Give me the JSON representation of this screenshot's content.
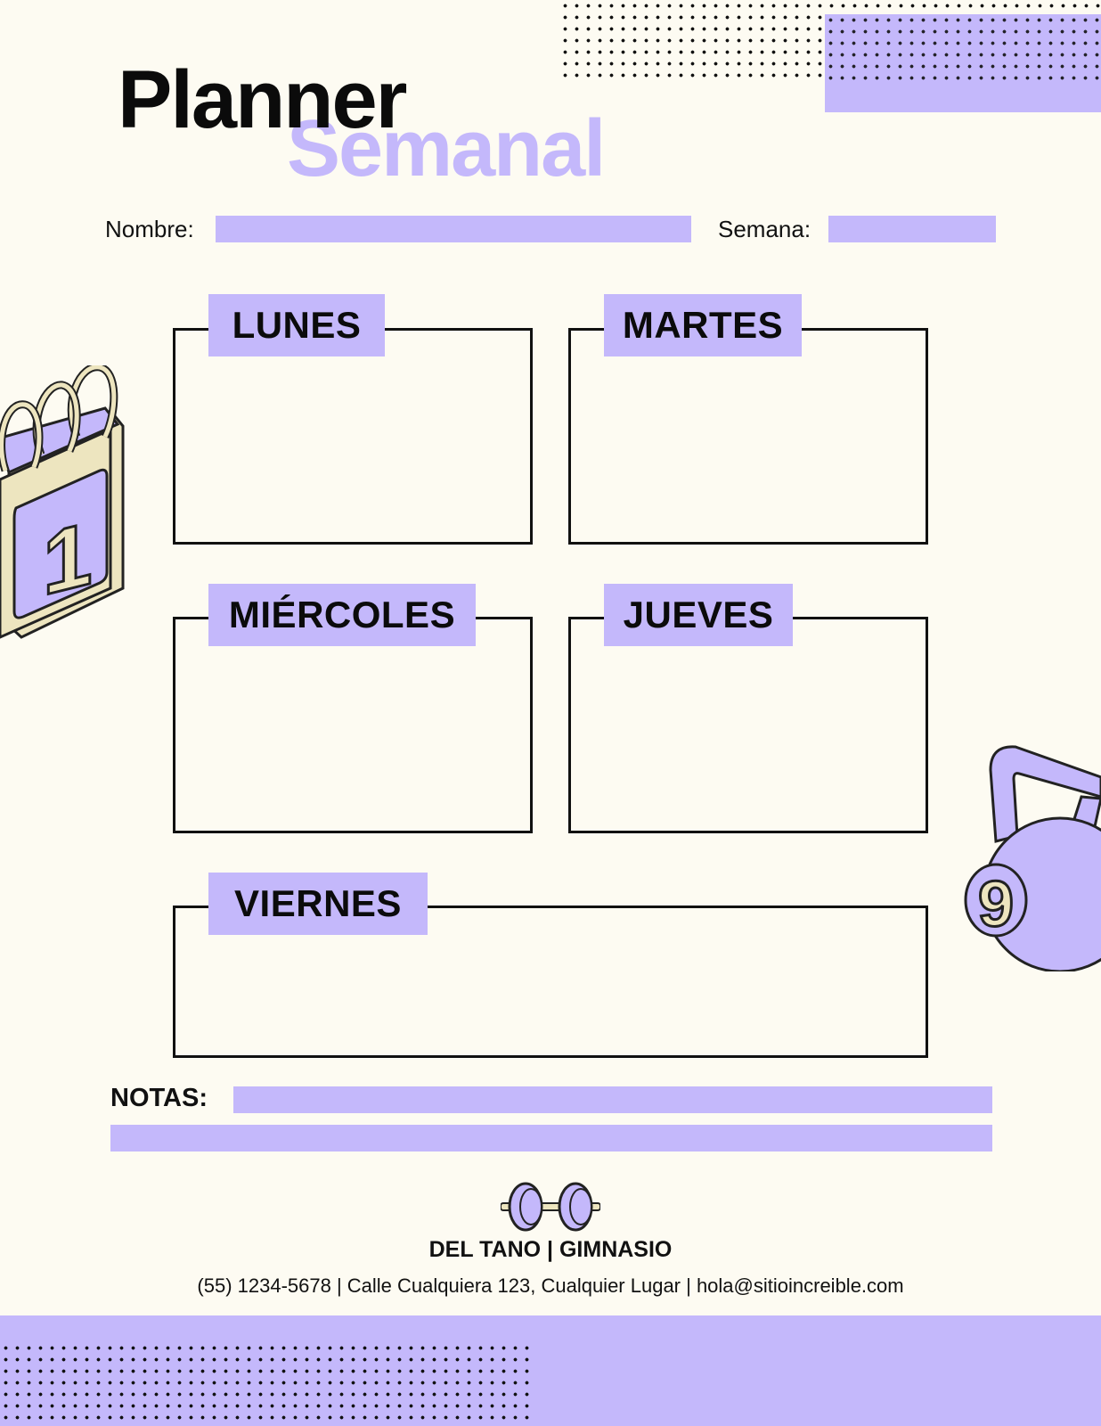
{
  "title": {
    "line1": "Planner",
    "line2": "Semanal"
  },
  "fields": {
    "name_label": "Nombre:",
    "week_label": "Semana:"
  },
  "days": [
    {
      "label": "LUNES"
    },
    {
      "label": "MARTES"
    },
    {
      "label": "MIÉRCOLES"
    },
    {
      "label": "JUEVES"
    },
    {
      "label": "VIERNES"
    }
  ],
  "notes": {
    "label": "NOTAS:"
  },
  "footer": {
    "brand": "DEL TANO | GIMNASIO",
    "contact": "(55) 1234-5678 | Calle Cualquiera 123, Cualquier Lugar | hola@sitioincreible.com"
  },
  "decor": {
    "calendar_number": "1",
    "kettlebell_number": "9",
    "icons": [
      "calendar-icon",
      "kettlebell-icon",
      "dumbbell-icon"
    ]
  },
  "colors": {
    "accent": "#c4b8fb",
    "background": "#fdfbf2",
    "ink": "#111111"
  }
}
